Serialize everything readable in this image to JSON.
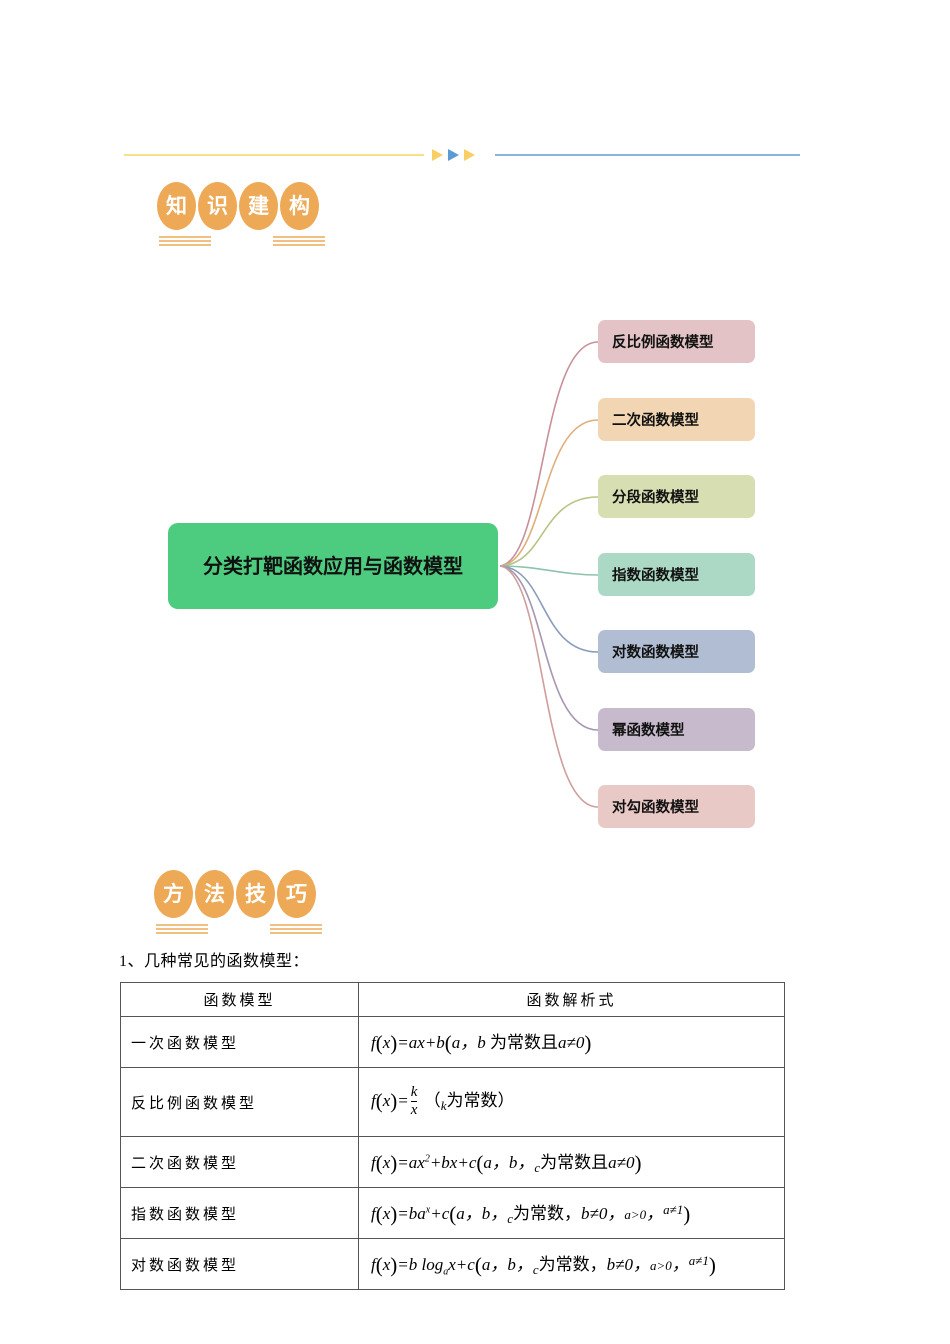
{
  "header": {
    "divider": {
      "left_rule_color": "#f7e08a",
      "right_rule_color": "#86b6dd",
      "arrow_colors": [
        "#f8cf64",
        "#5b9bd5",
        "#f8cf64"
      ]
    }
  },
  "badges": {
    "knowledge": {
      "chars": [
        "知",
        "识",
        "建",
        "构"
      ],
      "color": "#eda955"
    },
    "methods": {
      "chars": [
        "方",
        "法",
        "技",
        "巧"
      ],
      "color": "#eda955"
    }
  },
  "mindmap": {
    "center": {
      "label": "分类打靶函数应用与函数模型",
      "color": "#4dcb7f"
    },
    "branches": [
      {
        "label": "反比例函数模型",
        "color": "#e3c3c6",
        "line": "#c98f99"
      },
      {
        "label": "二次函数模型",
        "color": "#f2d6b3",
        "line": "#dfae7c"
      },
      {
        "label": "分段函数模型",
        "color": "#d7dfb2",
        "line": "#b6c483"
      },
      {
        "label": "指数函数模型",
        "color": "#abd9c5",
        "line": "#8dc3ab"
      },
      {
        "label": "对数函数模型",
        "color": "#b0bdd2",
        "line": "#8a9dbb"
      },
      {
        "label": "幂函数模型",
        "color": "#c6bacc",
        "line": "#a796b0"
      },
      {
        "label": "对勾函数模型",
        "color": "#e8c9c6",
        "line": "#cf9e9c"
      }
    ]
  },
  "methods": {
    "heading": "1、几种常见的函数模型：",
    "table": {
      "headers": [
        "函数模型",
        "函数解析式"
      ],
      "rows": [
        {
          "name": "一次函数模型",
          "expr_plain": "f(x)=ax+b(a，b为常数且a≠0)"
        },
        {
          "name": "反比例函数模型",
          "expr_plain": "f(x)=k/x（k为常数）"
        },
        {
          "name": "二次函数模型",
          "expr_plain": "f(x)=ax²+bx+c(a，b，c为常数且a≠0)"
        },
        {
          "name": "指数函数模型",
          "expr_plain": "f(x)=ba^x+c(a，b，c为常数，b≠0，a>0，a≠1)"
        },
        {
          "name": "对数函数模型",
          "expr_plain": "f(x)=b log_a x+c(a，b，c为常数，b≠0，a>0，a≠1)"
        }
      ],
      "expr_parts": {
        "fx": "f",
        "x": "x",
        "eq": "=",
        "linear_body": "ax+b",
        "const_and": "为常数且",
        "const_comma": "为常数，",
        "neq0": "≠0",
        "k_const": "为常数",
        "quad_body": "bx+c",
        "exp_body": "+c",
        "gt0": ">0",
        "neq1": "≠1"
      }
    }
  }
}
